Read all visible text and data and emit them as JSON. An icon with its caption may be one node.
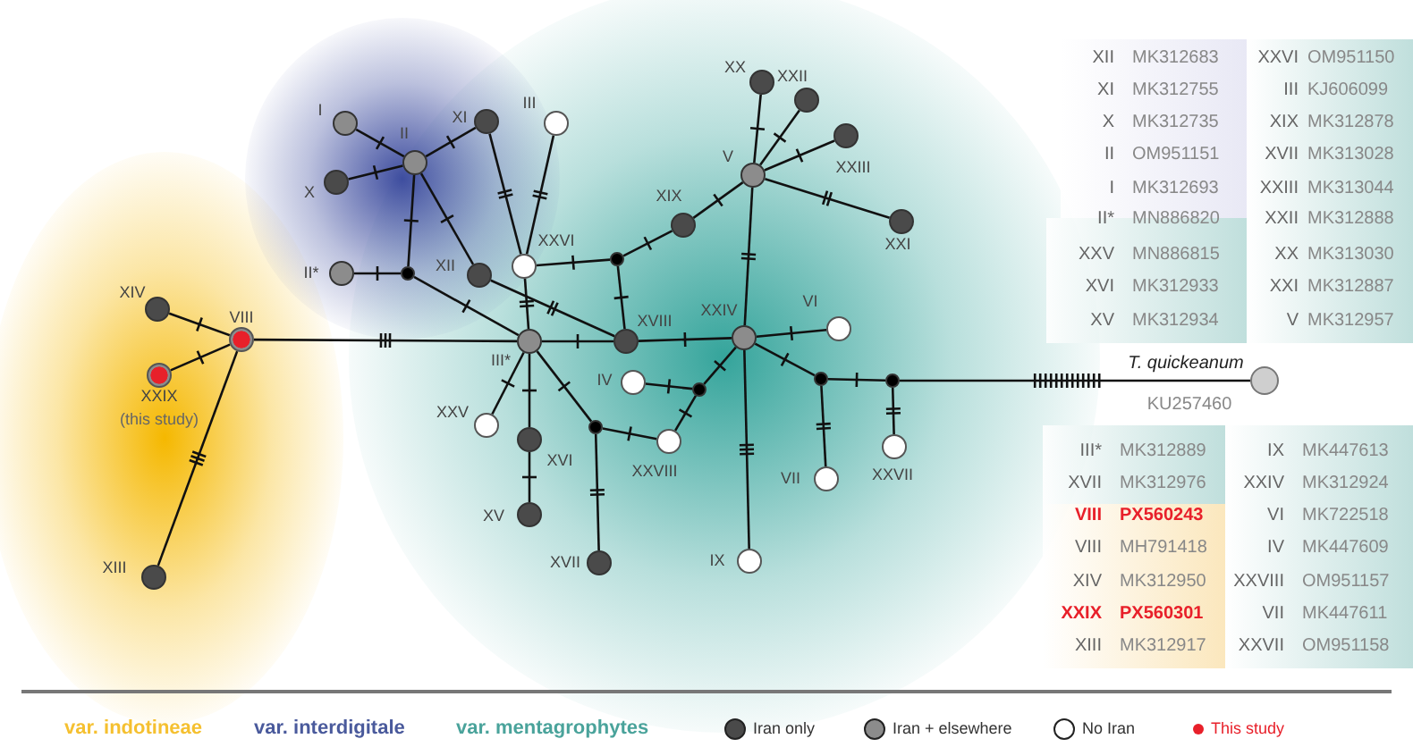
{
  "diagram": {
    "nodes": [
      {
        "text": [],
        "shape": "circle",
        "beside": [
          "VIII"
        ]
      },
      {
        "text": [],
        "shape": "circle",
        "beside": [
          "XIV"
        ]
      },
      {
        "text": [],
        "shape": "circle",
        "beside": [
          "XXIX",
          "(this study)"
        ]
      },
      {
        "text": [],
        "shape": "circle",
        "beside": [
          "XIII"
        ]
      },
      {
        "text": [],
        "shape": "circle",
        "beside": [
          "I"
        ]
      },
      {
        "text": [],
        "shape": "circle",
        "beside": [
          "II"
        ]
      },
      {
        "text": [],
        "shape": "circle",
        "beside": [
          "X"
        ]
      },
      {
        "text": [],
        "shape": "circle",
        "beside": [
          "XI"
        ]
      },
      {
        "text": [],
        "shape": "circle",
        "beside": [
          "III"
        ]
      },
      {
        "text": [],
        "shape": "circle",
        "beside": [
          "II*"
        ]
      },
      {
        "text": [],
        "shape": "circle"
      },
      {
        "text": [],
        "shape": "circle",
        "beside": [
          "XII"
        ]
      },
      {
        "text": [],
        "shape": "circle",
        "beside": [
          "XXVI"
        ]
      },
      {
        "text": [],
        "shape": "circle",
        "beside": [
          "III*"
        ]
      },
      {
        "text": [],
        "shape": "circle",
        "beside": [
          "XXV"
        ]
      },
      {
        "text": [],
        "shape": "circle",
        "beside": [
          "XVI"
        ]
      },
      {
        "text": [],
        "shape": "circle",
        "beside": [
          "XV"
        ]
      },
      {
        "text": [],
        "shape": "circle",
        "beside": [
          "XVII"
        ]
      },
      {
        "text": [],
        "shape": "circle"
      },
      {
        "text": [],
        "shape": "circle",
        "beside": [
          "XIX"
        ]
      },
      {
        "text": [],
        "shape": "circle",
        "beside": [
          "V"
        ]
      },
      {
        "text": [],
        "shape": "circle",
        "beside": [
          "XX"
        ]
      },
      {
        "text": [],
        "shape": "circle",
        "beside": [
          "XXII"
        ]
      },
      {
        "text": [],
        "shape": "circle",
        "beside": [
          "XXIII"
        ]
      },
      {
        "text": [],
        "shape": "circle",
        "beside": [
          "XXI"
        ]
      },
      {
        "text": [],
        "shape": "circle",
        "beside": [
          "XVIII"
        ]
      },
      {
        "text": [],
        "shape": "circle",
        "beside": [
          "XXIV"
        ]
      },
      {
        "text": [],
        "shape": "circle",
        "beside": [
          "VI"
        ]
      },
      {
        "text": [],
        "shape": "circle",
        "beside": [
          "IV"
        ]
      },
      {
        "text": [],
        "shape": "circle"
      },
      {
        "text": [],
        "shape": "circle",
        "beside": [
          "XXVIII"
        ]
      },
      {
        "text": [],
        "shape": "circle"
      },
      {
        "text": [],
        "shape": "circle",
        "beside": [
          "IX"
        ]
      },
      {
        "text": [],
        "shape": "circle"
      },
      {
        "text": [],
        "shape": "circle"
      },
      {
        "text": [],
        "shape": "circle",
        "beside": [
          "VII"
        ]
      },
      {
        "text": [],
        "shape": "circle",
        "beside": [
          "XXVII"
        ]
      },
      {
        "text": [],
        "shape": "circle",
        "beside": [
          "T. quickeanum",
          "KU257460"
        ]
      }
    ],
    "edges": [
      {
        "from": 0,
        "to": 1,
        "arrow": "none"
      },
      {
        "from": 0,
        "to": 2,
        "arrow": "none"
      },
      {
        "from": 0,
        "to": 3,
        "arrow": "none"
      },
      {
        "from": 0,
        "to": 13,
        "arrow": "none"
      },
      {
        "from": 5,
        "to": 4,
        "arrow": "none"
      },
      {
        "from": 5,
        "to": 6,
        "arrow": "none"
      },
      {
        "from": 5,
        "to": 7,
        "arrow": "none"
      },
      {
        "from": 5,
        "to": 10,
        "arrow": "none"
      },
      {
        "from": 5,
        "to": 11,
        "arrow": "none"
      },
      {
        "from": 10,
        "to": 9,
        "arrow": "none"
      },
      {
        "from": 10,
        "to": 13,
        "arrow": "none"
      },
      {
        "from": 7,
        "to": 12,
        "arrow": "none"
      },
      {
        "from": 8,
        "to": 12,
        "arrow": "none"
      },
      {
        "from": 12,
        "to": 13,
        "arrow": "none"
      },
      {
        "from": 12,
        "to": 18,
        "arrow": "none"
      },
      {
        "from": 11,
        "to": 25,
        "arrow": "none"
      },
      {
        "from": 18,
        "to": 19,
        "arrow": "none"
      },
      {
        "from": 18,
        "to": 25,
        "arrow": "none"
      },
      {
        "from": 19,
        "to": 20,
        "arrow": "none"
      },
      {
        "from": 20,
        "to": 21,
        "arrow": "none"
      },
      {
        "from": 20,
        "to": 22,
        "arrow": "none"
      },
      {
        "from": 20,
        "to": 23,
        "arrow": "none"
      },
      {
        "from": 20,
        "to": 24,
        "arrow": "none"
      },
      {
        "from": 20,
        "to": 26,
        "arrow": "none"
      },
      {
        "from": 13,
        "to": 25,
        "arrow": "none"
      },
      {
        "from": 25,
        "to": 26,
        "arrow": "none"
      },
      {
        "from": 13,
        "to": 14,
        "arrow": "none"
      },
      {
        "from": 13,
        "to": 15,
        "arrow": "none"
      },
      {
        "from": 15,
        "to": 16,
        "arrow": "none"
      },
      {
        "from": 13,
        "to": 31,
        "arrow": "none"
      },
      {
        "from": 31,
        "to": 30,
        "arrow": "none"
      },
      {
        "from": 31,
        "to": 17,
        "arrow": "none"
      },
      {
        "from": 30,
        "to": 29,
        "arrow": "none"
      },
      {
        "from": 28,
        "to": 29,
        "arrow": "none"
      },
      {
        "from": 29,
        "to": 26,
        "arrow": "none"
      },
      {
        "from": 26,
        "to": 27,
        "arrow": "none"
      },
      {
        "from": 26,
        "to": 32,
        "arrow": "none"
      },
      {
        "from": 26,
        "to": 33,
        "arrow": "none"
      },
      {
        "from": 33,
        "to": 35,
        "arrow": "none"
      },
      {
        "from": 33,
        "to": 34,
        "arrow": "none"
      },
      {
        "from": 34,
        "to": 36,
        "arrow": "none"
      },
      {
        "from": 34,
        "to": 37,
        "arrow": "none"
      }
    ],
    "labels": [
      "XII",
      "MK312683",
      "XXVI",
      "OM951150",
      "XI",
      "MK312755",
      "III",
      "KJ606099",
      "X",
      "MK312735",
      "XIX",
      "MK312878",
      "II",
      "OM951151",
      "XVII",
      "MK313028",
      "I",
      "MK312693",
      "XXIII",
      "MK313044",
      "II*",
      "MN886820",
      "XXII",
      "MK312888",
      "XXV",
      "MN886815",
      "XX",
      "MK313030",
      "XVI",
      "MK312933",
      "XXI",
      "MK312887",
      "XV",
      "MK312934",
      "V",
      "MK312957",
      "III*",
      "MK312889",
      "IX",
      "MK447613",
      "XVII",
      "MK312976",
      "XXIV",
      "MK312924",
      "VIII",
      "PX560243",
      "VI",
      "MK722518",
      "VIII",
      "MH791418",
      "IV",
      "MK447609",
      "XIV",
      "MK312950",
      "XXVIII",
      "OM951157",
      "XXIX",
      "PX560301",
      "VII",
      "MK447611",
      "XIII",
      "MK312917",
      "XXVII",
      "OM951158"
    ],
    "legend": [
      {
        "text": "var. indotineae"
      },
      {
        "text": "var. interdigitale"
      },
      {
        "text": "var. mentagrophytes"
      },
      {
        "text": "Iran only",
        "color": "#4a4a4a"
      },
      {
        "text": "Iran + elsewhere",
        "color": "#8c8c8c"
      },
      {
        "text": "No Iran",
        "color": "#ffffff"
      },
      {
        "text": "This study",
        "color": "#e8202a"
      }
    ]
  }
}
